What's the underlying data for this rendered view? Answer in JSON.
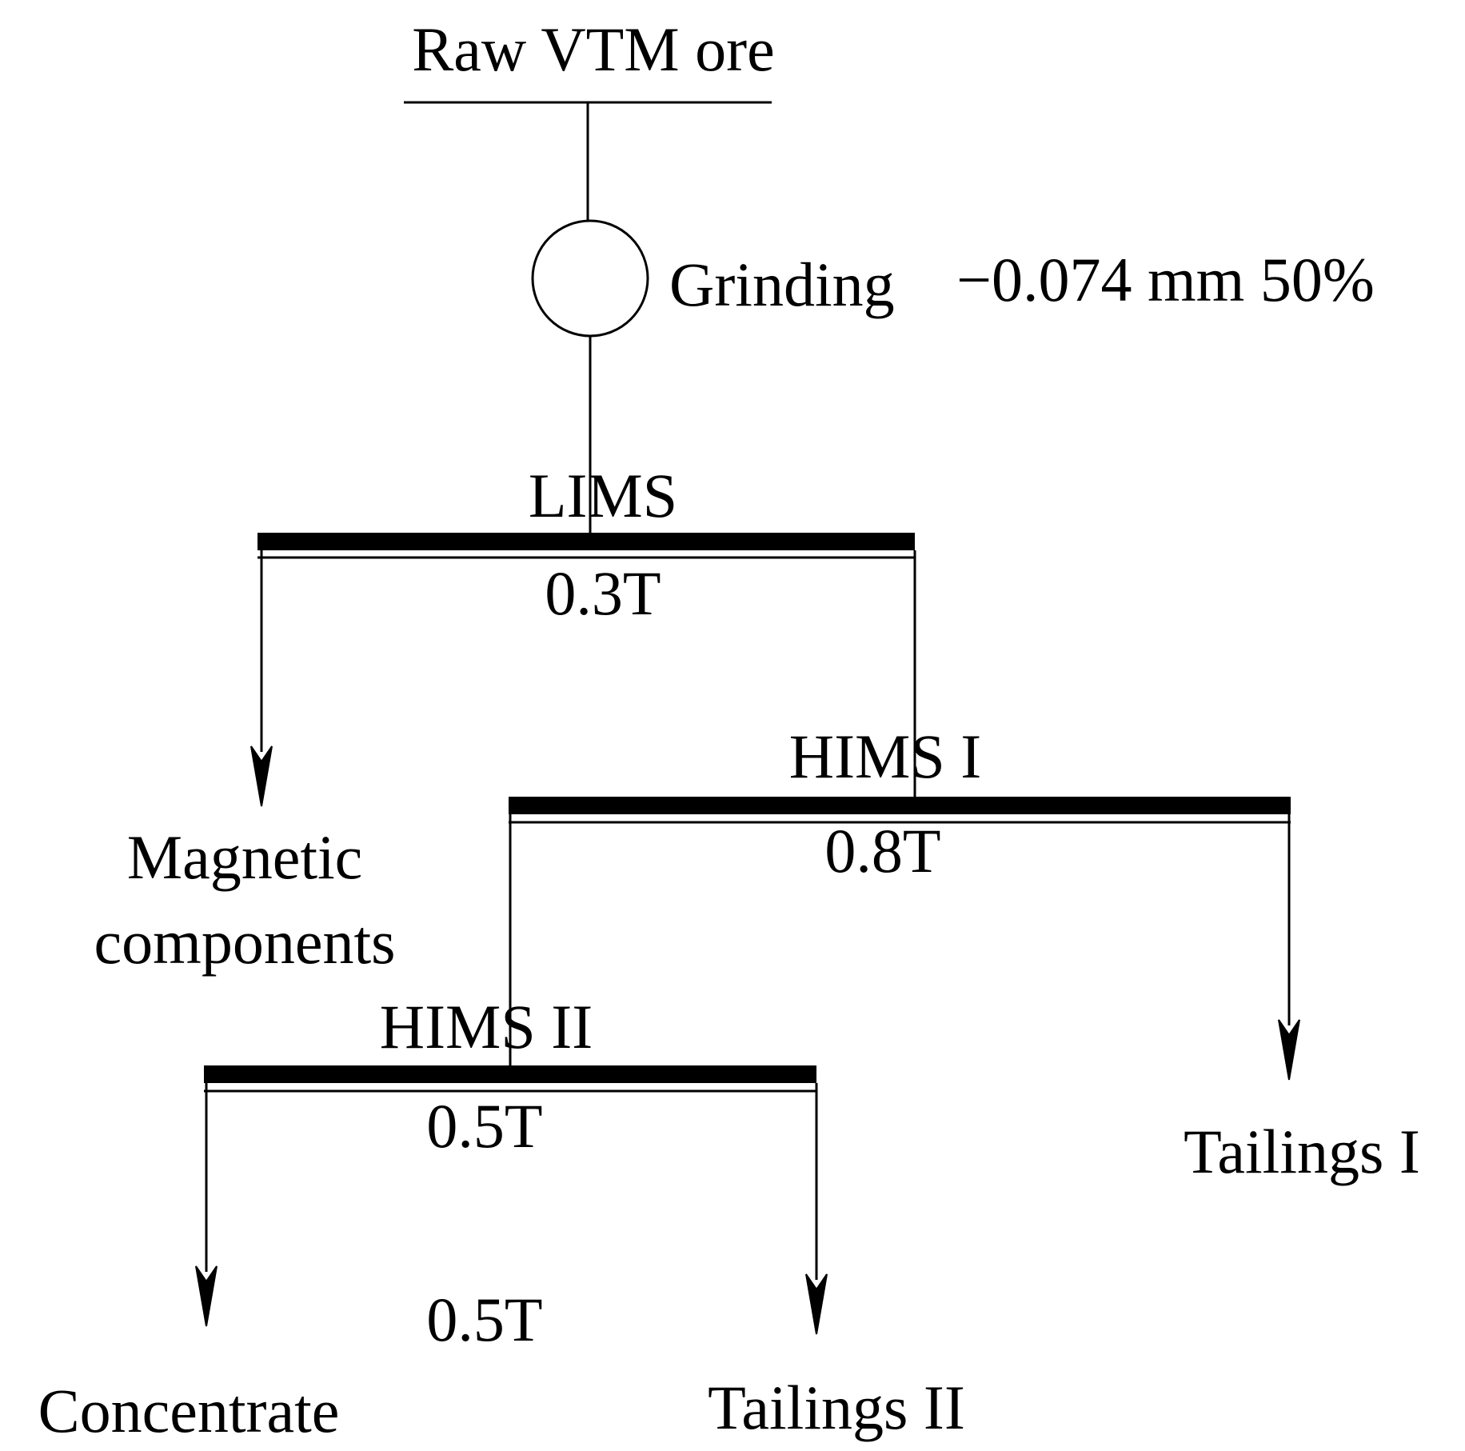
{
  "nodes": {
    "raw_ore": "Raw VTM ore",
    "grinding": "Grinding",
    "grinding_spec": "−0.074 mm 50%",
    "lims": {
      "name": "LIMS",
      "field": "0.3T"
    },
    "hims1": {
      "name": "HIMS I",
      "field": "0.8T"
    },
    "hims2": {
      "name": "HIMS II",
      "field": "0.5T",
      "extra_field": "0.5T"
    }
  },
  "products": {
    "magnetic": [
      "Magnetic",
      "components"
    ],
    "tailings1": "Tailings I",
    "concentrate": "Concentrate",
    "tailings2": "Tailings II"
  }
}
